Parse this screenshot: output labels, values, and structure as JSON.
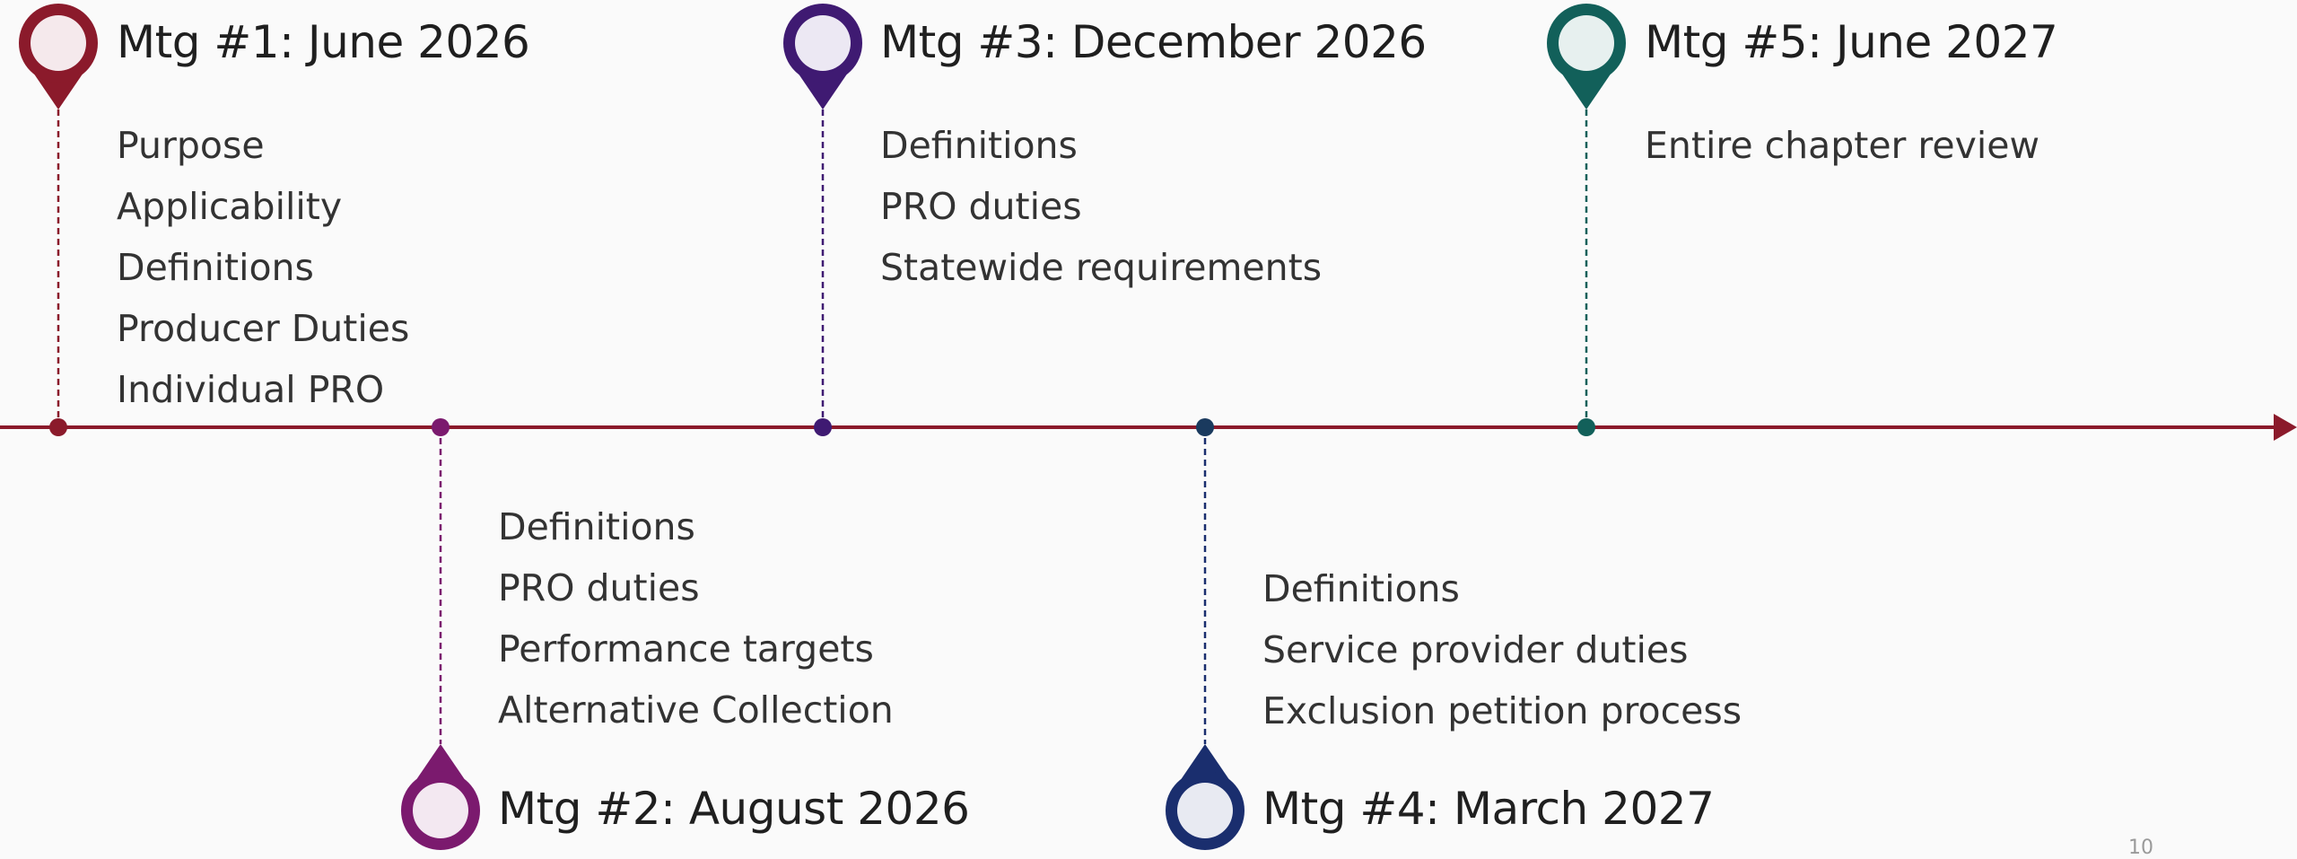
{
  "meetings": [
    {
      "id": "mtg1",
      "title": "Mtg #1: June 2026",
      "items": [
        "Purpose",
        "Applicability",
        "Definitions",
        "Producer Duties",
        "Individual PRO"
      ],
      "color": "#8b1a2b",
      "fill": "#f5e9ec",
      "position": "above"
    },
    {
      "id": "mtg2",
      "title": "Mtg #2: August 2026",
      "items": [
        "Definitions",
        "PRO duties",
        "Performance targets",
        "Alternative Collection"
      ],
      "color": "#7b1a6e",
      "fill": "#f3e8f1",
      "position": "below"
    },
    {
      "id": "mtg3",
      "title": "Mtg #3: December 2026",
      "items": [
        "Definitions",
        "PRO duties",
        "Statewide requirements"
      ],
      "color": "#3f1a72",
      "fill": "#ece8f3",
      "position": "above"
    },
    {
      "id": "mtg4",
      "title": "Mtg #4: March 2027",
      "items": [
        "Definitions",
        "Service provider duties",
        "Exclusion petition process"
      ],
      "color": "#1a2e6e",
      "fill": "#e8eaf2",
      "position": "below"
    },
    {
      "id": "mtg5",
      "title": "Mtg #5: June 2027",
      "items": [
        "Entire chapter review"
      ],
      "color": "#12605a",
      "fill": "#e7f0ef",
      "position": "above"
    }
  ],
  "axis_color": "#8b1a2b",
  "dot_colors": [
    "#8b1a2b",
    "#7b1a6e",
    "#3f1a72",
    "#1a3a5e",
    "#12605a"
  ],
  "page_number": "10"
}
